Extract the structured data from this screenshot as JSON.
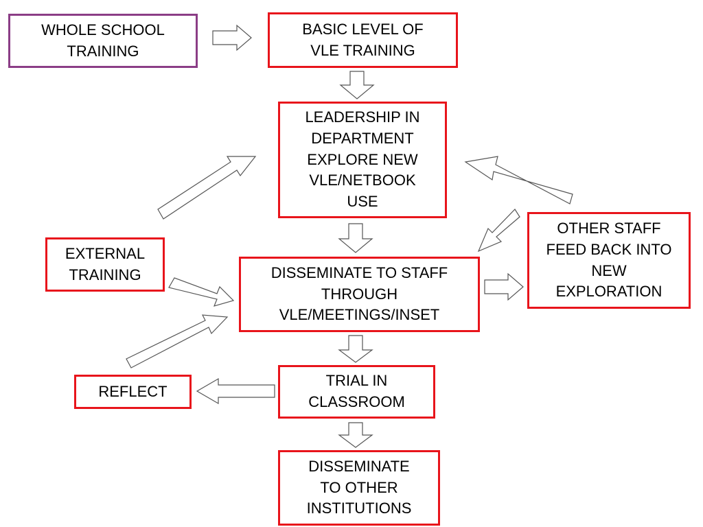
{
  "nodes": {
    "whole_school_training": "WHOLE SCHOOL\nTRAINING",
    "basic_level_vle": "BASIC LEVEL OF\nVLE TRAINING",
    "leadership_in_department": "LEADERSHIP IN\nDEPARTMENT\nEXPLORE NEW\nVLE/NETBOOK\nUSE",
    "external_training": "EXTERNAL\nTRAINING",
    "disseminate_to_staff": "DISSEMINATE TO STAFF\nTHROUGH\nVLE/MEETINGS/INSET",
    "other_staff_feedback": "OTHER STAFF\nFEED BACK INTO\nNEW\nEXPLORATION",
    "reflect": "REFLECT",
    "trial_in_classroom": "TRIAL IN\nCLASSROOM",
    "disseminate_to_institutions": "DISSEMINATE\nTO OTHER\nINSTITUTIONS"
  },
  "colors": {
    "box_border": "#e8141b",
    "start_box_border": "#8b3d86",
    "arrow_outline": "#555555"
  }
}
